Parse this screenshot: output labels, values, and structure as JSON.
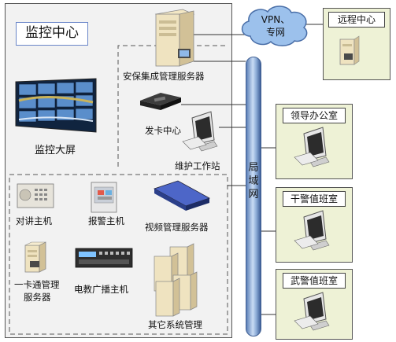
{
  "diagram": {
    "monitor_center_title": "监控中心",
    "screen_wall_label": "监控大屏",
    "security_server_label": "安保集成管理服务器",
    "card_center_label": "发卡中心",
    "maintenance_ws_label": "维护工作站",
    "intercom_label": "对讲主机",
    "alarm_label": "报警主机",
    "video_server_label": "视频管理服务器",
    "card_server_label_line1": "一卡通管理",
    "card_server_label_line2": "服务器",
    "broadcast_label": "电教广播主机",
    "other_systems_label": "其它系统管理",
    "cloud_line1": "VPN、",
    "cloud_line2": "专网",
    "lan_label": "局域网",
    "remote_center_label": "远程中心",
    "leader_office_label": "领导办公室",
    "police_duty_label": "干警值班室",
    "armed_police_label": "武警值班室"
  }
}
